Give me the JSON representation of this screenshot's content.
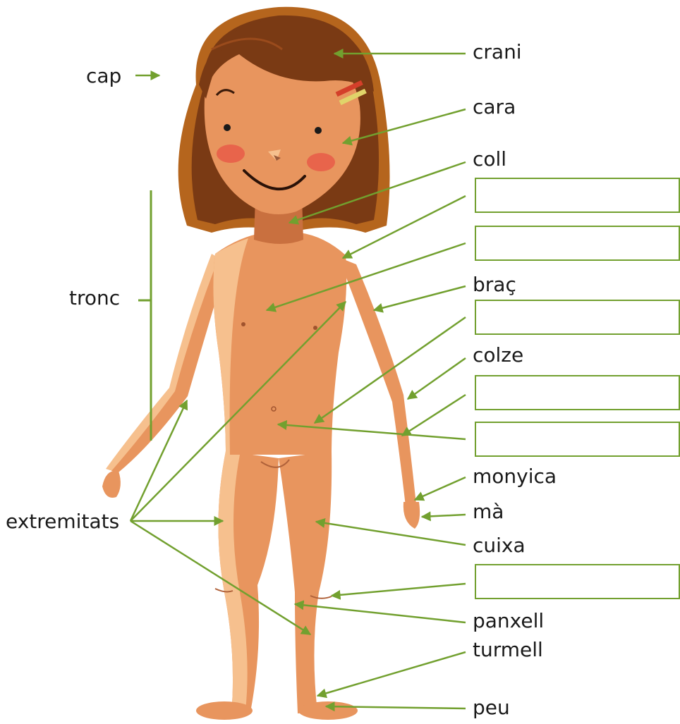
{
  "labels": {
    "cap": "cap",
    "tronc": "tronc",
    "extremitats": "extremitats",
    "crani": "crani",
    "cara": "cara",
    "coll": "coll",
    "brac": "braç",
    "colze": "colze",
    "monyica": "monyica",
    "ma": "mà",
    "cuixa": "cuixa",
    "panxell": "panxell",
    "turmell": "turmell",
    "peu": "peu"
  },
  "colors": {
    "line": "#72a02f",
    "hair": "#7a3a14",
    "hair_edge": "#b5651d",
    "skin": "#e8955e",
    "skin_light": "#f6c08e",
    "cheek": "#e83d3d"
  }
}
